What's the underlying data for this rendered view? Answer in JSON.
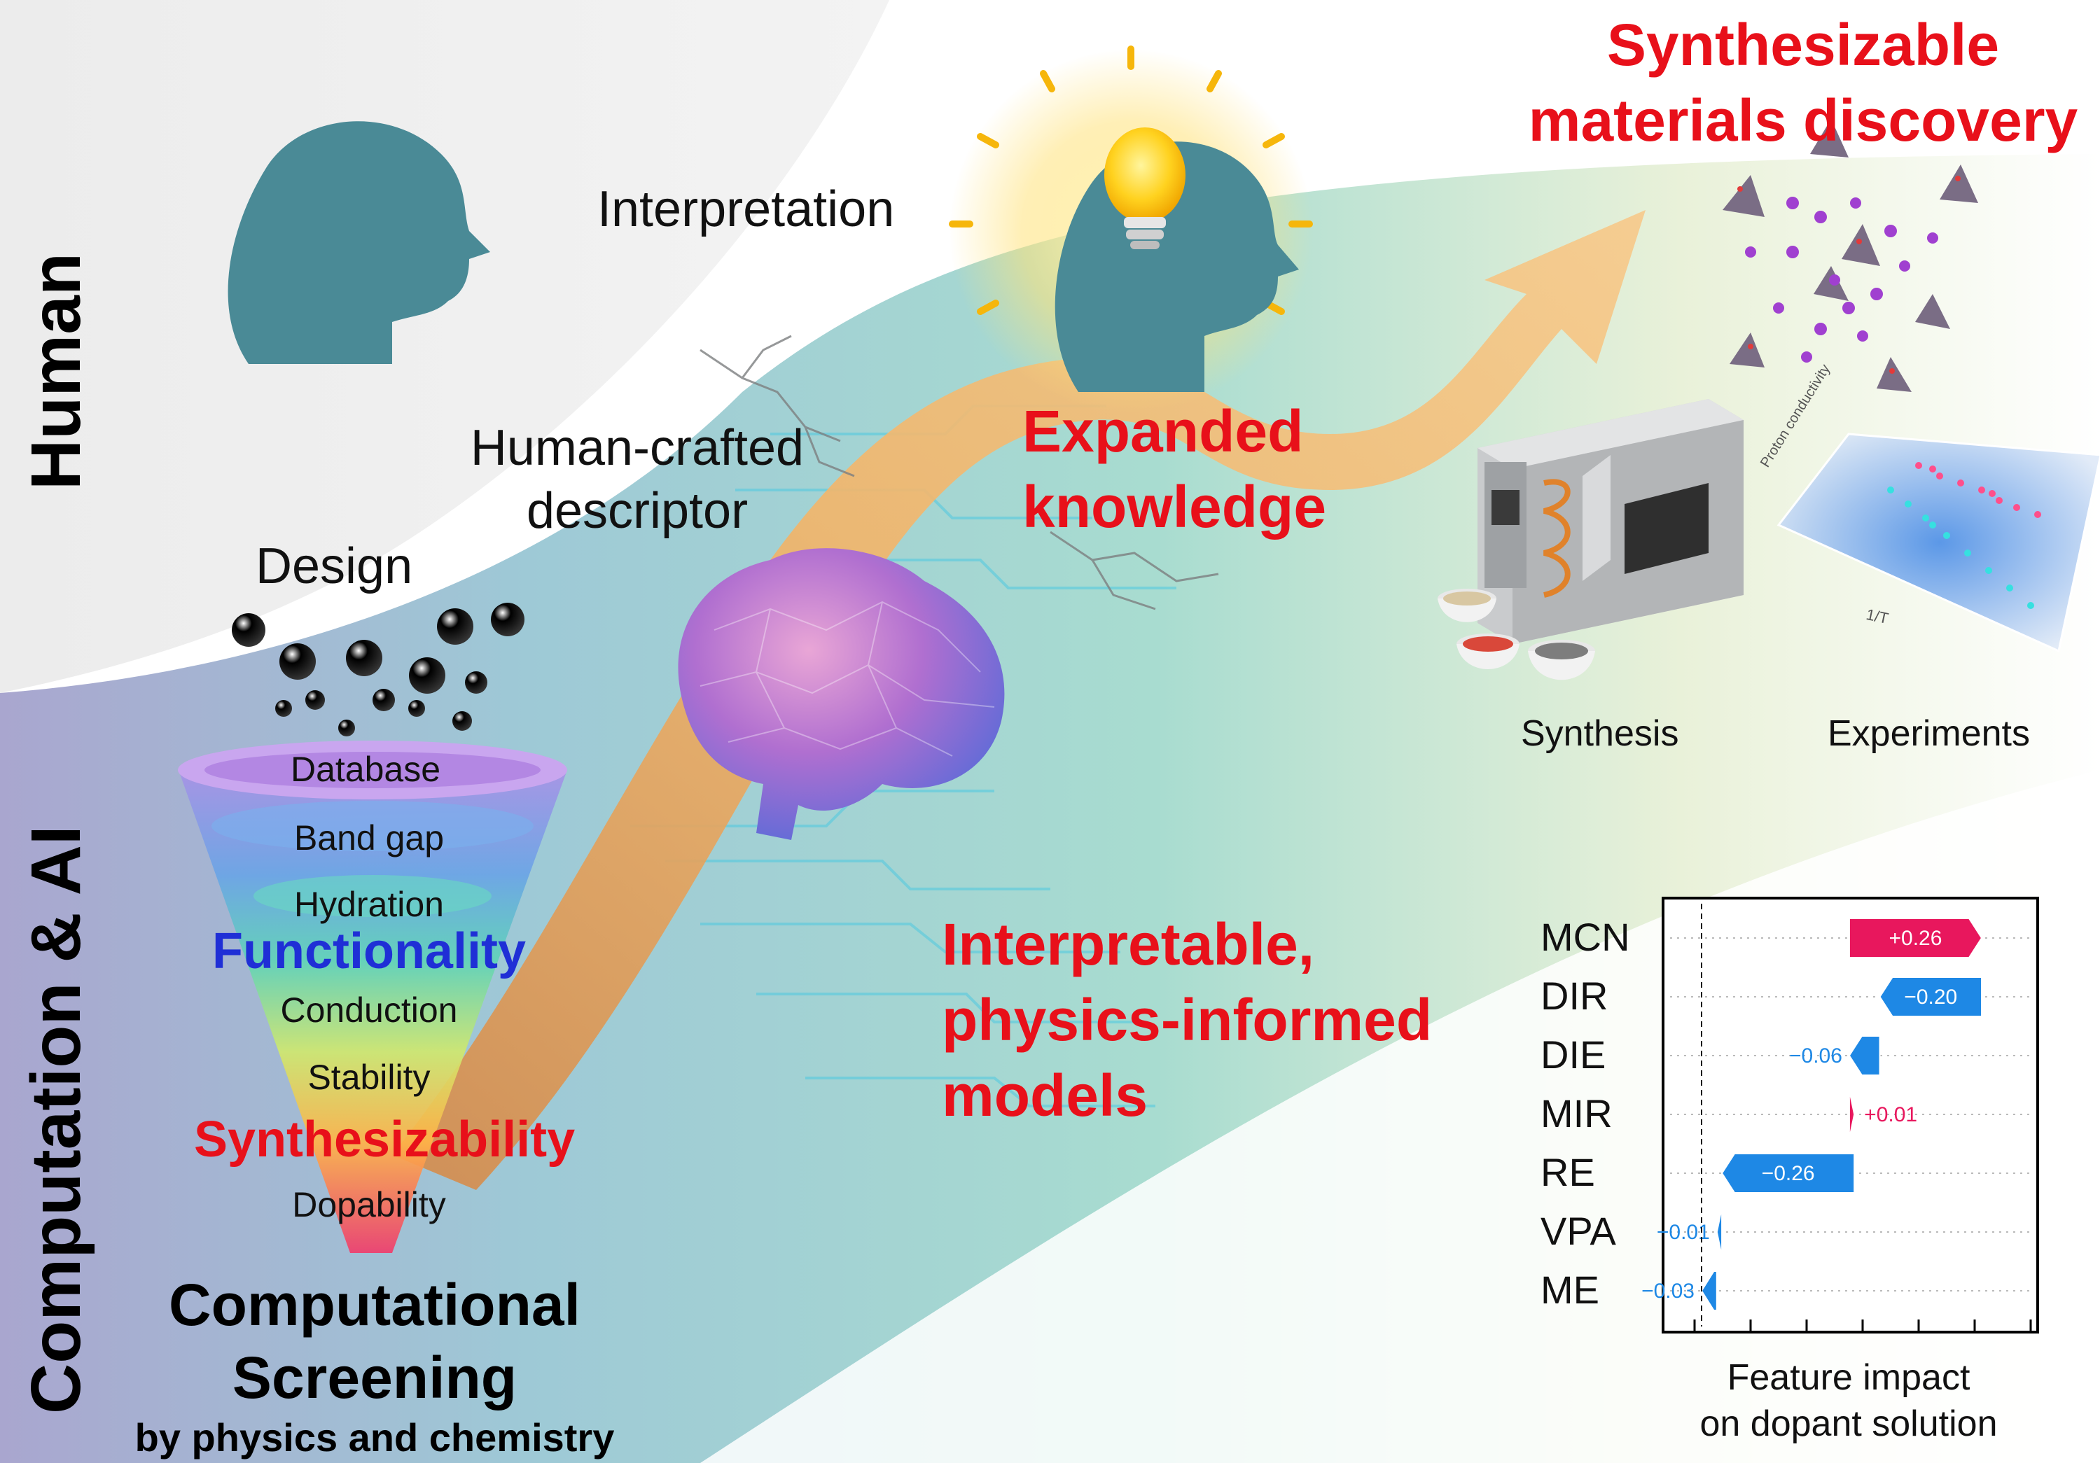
{
  "sections": {
    "human": "Human",
    "computation": "Computation & AI"
  },
  "labels": {
    "interpretation": "Interpretation",
    "human_crafted_line1": "Human-crafted",
    "human_crafted_line2": "descriptor",
    "design": "Design",
    "expanded_line1": "Expanded",
    "expanded_line2": "knowledge",
    "synth_discovery_line1": "Synthesizable",
    "synth_discovery_line2": "materials discovery",
    "interpretable_line1": "Interpretable,",
    "interpretable_line2": "physics-informed",
    "interpretable_line3": "models",
    "synthesis": "Synthesis",
    "experiments": "Experiments",
    "screening_line1": "Computational",
    "screening_line2": "Screening",
    "screening_line3": "by physics and chemistry"
  },
  "funnel": {
    "layers": [
      "Database",
      "Band gap",
      "Hydration"
    ],
    "functionality": "Functionality",
    "functionality_items": [
      "Conduction",
      "Stability"
    ],
    "synthesizability": "Synthesizability",
    "synthesizability_items": [
      "Dopability"
    ]
  },
  "experiment_plot": {
    "ylabel": "Proton conductivity",
    "xlabel": "1/T"
  },
  "colors": {
    "accent_red": "#e8101a",
    "functionality_blue": "#1f2fd6",
    "positive": "#e8175d",
    "negative": "#1e88e5"
  },
  "chart_data": {
    "type": "bar",
    "orientation": "horizontal-waterfall",
    "categories": [
      "MCN",
      "DIR",
      "DIE",
      "MIR",
      "RE",
      "VPA",
      "ME"
    ],
    "values": [
      0.26,
      -0.2,
      -0.06,
      0.01,
      -0.26,
      -0.01,
      -0.03
    ],
    "value_labels": [
      "+0.26",
      "−0.20",
      "−0.06",
      "+0.01",
      "−0.26",
      "−0.01",
      "−0.03"
    ],
    "xlabel_line1": "Feature impact",
    "xlabel_line2": "on dopant solution",
    "base_value": 0.0,
    "grid": "dotted horizontal"
  }
}
